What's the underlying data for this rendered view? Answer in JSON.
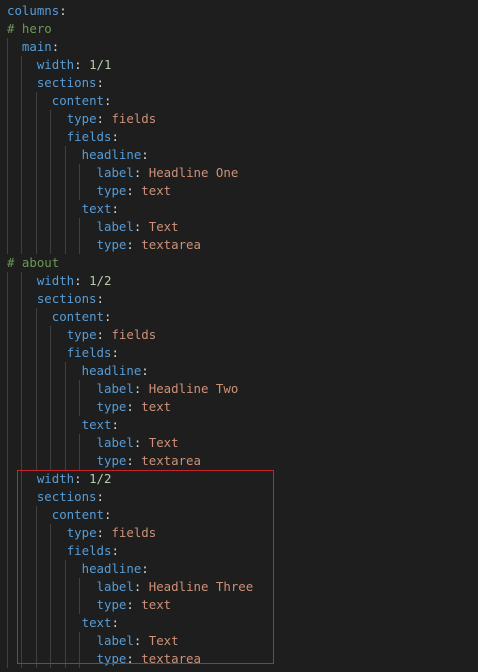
{
  "editor": {
    "indent_chars": 2,
    "highlight_color": "#c8232c",
    "lines": [
      {
        "indent": 0,
        "tokens": [
          {
            "t": "columns",
            "c": "k"
          },
          {
            "t": ":",
            "c": "p"
          }
        ]
      },
      {
        "indent": 0,
        "tokens": [
          {
            "t": "# hero",
            "c": "c"
          }
        ]
      },
      {
        "indent": 1,
        "tokens": [
          {
            "t": "main",
            "c": "k"
          },
          {
            "t": ":",
            "c": "p"
          }
        ]
      },
      {
        "indent": 2,
        "tokens": [
          {
            "t": "width",
            "c": "k"
          },
          {
            "t": ": ",
            "c": "p"
          },
          {
            "t": "1/1",
            "c": "n"
          }
        ]
      },
      {
        "indent": 2,
        "tokens": [
          {
            "t": "sections",
            "c": "k"
          },
          {
            "t": ":",
            "c": "p"
          }
        ]
      },
      {
        "indent": 3,
        "tokens": [
          {
            "t": "content",
            "c": "k"
          },
          {
            "t": ":",
            "c": "p"
          }
        ]
      },
      {
        "indent": 4,
        "tokens": [
          {
            "t": "type",
            "c": "k"
          },
          {
            "t": ": ",
            "c": "p"
          },
          {
            "t": "fields",
            "c": "s"
          }
        ]
      },
      {
        "indent": 4,
        "tokens": [
          {
            "t": "fields",
            "c": "k"
          },
          {
            "t": ":",
            "c": "p"
          }
        ]
      },
      {
        "indent": 5,
        "tokens": [
          {
            "t": "headline",
            "c": "k"
          },
          {
            "t": ":",
            "c": "p"
          }
        ]
      },
      {
        "indent": 6,
        "tokens": [
          {
            "t": "label",
            "c": "k"
          },
          {
            "t": ": ",
            "c": "p"
          },
          {
            "t": "Headline One",
            "c": "s"
          }
        ]
      },
      {
        "indent": 6,
        "tokens": [
          {
            "t": "type",
            "c": "k"
          },
          {
            "t": ": ",
            "c": "p"
          },
          {
            "t": "text",
            "c": "s"
          }
        ]
      },
      {
        "indent": 5,
        "tokens": [
          {
            "t": "text",
            "c": "k"
          },
          {
            "t": ":",
            "c": "p"
          }
        ]
      },
      {
        "indent": 6,
        "tokens": [
          {
            "t": "label",
            "c": "k"
          },
          {
            "t": ": ",
            "c": "p"
          },
          {
            "t": "Text",
            "c": "s"
          }
        ]
      },
      {
        "indent": 6,
        "tokens": [
          {
            "t": "type",
            "c": "k"
          },
          {
            "t": ": ",
            "c": "p"
          },
          {
            "t": "textarea",
            "c": "s"
          }
        ]
      },
      {
        "indent": 0,
        "tokens": [
          {
            "t": "# about",
            "c": "c"
          }
        ]
      },
      {
        "indent": 2,
        "tokens": [
          {
            "t": "width",
            "c": "k"
          },
          {
            "t": ": ",
            "c": "p"
          },
          {
            "t": "1/2",
            "c": "n"
          }
        ]
      },
      {
        "indent": 2,
        "tokens": [
          {
            "t": "sections",
            "c": "k"
          },
          {
            "t": ":",
            "c": "p"
          }
        ]
      },
      {
        "indent": 3,
        "tokens": [
          {
            "t": "content",
            "c": "k"
          },
          {
            "t": ":",
            "c": "p"
          }
        ]
      },
      {
        "indent": 4,
        "tokens": [
          {
            "t": "type",
            "c": "k"
          },
          {
            "t": ": ",
            "c": "p"
          },
          {
            "t": "fields",
            "c": "s"
          }
        ]
      },
      {
        "indent": 4,
        "tokens": [
          {
            "t": "fields",
            "c": "k"
          },
          {
            "t": ":",
            "c": "p"
          }
        ]
      },
      {
        "indent": 5,
        "tokens": [
          {
            "t": "headline",
            "c": "k"
          },
          {
            "t": ":",
            "c": "p"
          }
        ]
      },
      {
        "indent": 6,
        "tokens": [
          {
            "t": "label",
            "c": "k"
          },
          {
            "t": ": ",
            "c": "p"
          },
          {
            "t": "Headline Two",
            "c": "s"
          }
        ]
      },
      {
        "indent": 6,
        "tokens": [
          {
            "t": "type",
            "c": "k"
          },
          {
            "t": ": ",
            "c": "p"
          },
          {
            "t": "text",
            "c": "s"
          }
        ]
      },
      {
        "indent": 5,
        "tokens": [
          {
            "t": "text",
            "c": "k"
          },
          {
            "t": ":",
            "c": "p"
          }
        ]
      },
      {
        "indent": 6,
        "tokens": [
          {
            "t": "label",
            "c": "k"
          },
          {
            "t": ": ",
            "c": "p"
          },
          {
            "t": "Text",
            "c": "s"
          }
        ]
      },
      {
        "indent": 6,
        "tokens": [
          {
            "t": "type",
            "c": "k"
          },
          {
            "t": ": ",
            "c": "p"
          },
          {
            "t": "textarea",
            "c": "s"
          }
        ]
      },
      {
        "indent": 2,
        "tokens": [
          {
            "t": "width",
            "c": "k"
          },
          {
            "t": ": ",
            "c": "p"
          },
          {
            "t": "1/2",
            "c": "n"
          }
        ]
      },
      {
        "indent": 2,
        "tokens": [
          {
            "t": "sections",
            "c": "k"
          },
          {
            "t": ":",
            "c": "p"
          }
        ]
      },
      {
        "indent": 3,
        "tokens": [
          {
            "t": "content",
            "c": "k"
          },
          {
            "t": ":",
            "c": "p"
          }
        ]
      },
      {
        "indent": 4,
        "tokens": [
          {
            "t": "type",
            "c": "k"
          },
          {
            "t": ": ",
            "c": "p"
          },
          {
            "t": "fields",
            "c": "s"
          }
        ]
      },
      {
        "indent": 4,
        "tokens": [
          {
            "t": "fields",
            "c": "k"
          },
          {
            "t": ":",
            "c": "p"
          }
        ]
      },
      {
        "indent": 5,
        "tokens": [
          {
            "t": "headline",
            "c": "k"
          },
          {
            "t": ":",
            "c": "p"
          }
        ]
      },
      {
        "indent": 6,
        "tokens": [
          {
            "t": "label",
            "c": "k"
          },
          {
            "t": ": ",
            "c": "p"
          },
          {
            "t": "Headline Three",
            "c": "s"
          }
        ]
      },
      {
        "indent": 6,
        "tokens": [
          {
            "t": "type",
            "c": "k"
          },
          {
            "t": ": ",
            "c": "p"
          },
          {
            "t": "text",
            "c": "s"
          }
        ]
      },
      {
        "indent": 5,
        "tokens": [
          {
            "t": "text",
            "c": "k"
          },
          {
            "t": ":",
            "c": "p"
          }
        ]
      },
      {
        "indent": 6,
        "tokens": [
          {
            "t": "label",
            "c": "k"
          },
          {
            "t": ": ",
            "c": "p"
          },
          {
            "t": "Text",
            "c": "s"
          }
        ]
      },
      {
        "indent": 6,
        "tokens": [
          {
            "t": "type",
            "c": "k"
          },
          {
            "t": ": ",
            "c": "p"
          },
          {
            "t": "textarea",
            "c": "s"
          }
        ]
      }
    ]
  }
}
